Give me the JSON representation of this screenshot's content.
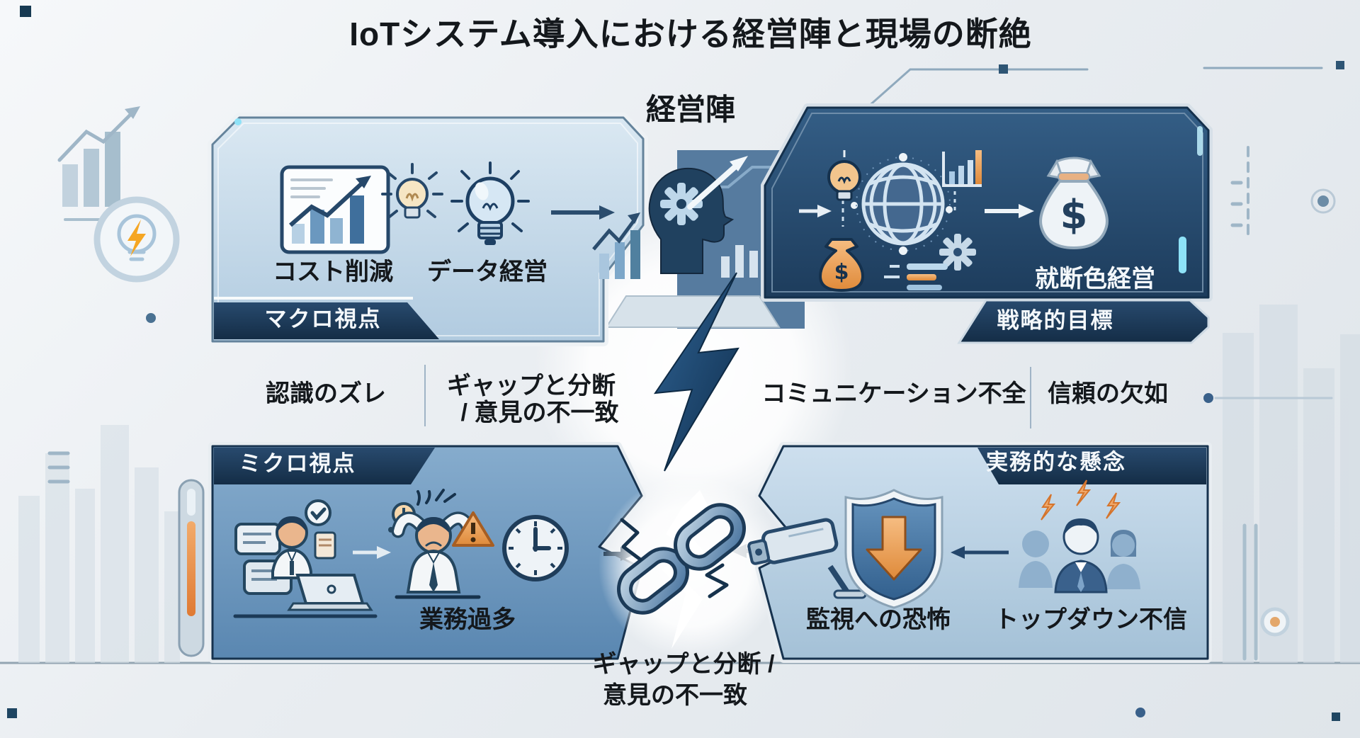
{
  "title": "IoTシステム導入における経営陣と現場の断絶",
  "management": {
    "label": "経営陣"
  },
  "top_left_panel": {
    "item1": "コスト削減",
    "item2": "データ経営",
    "banner": "マクロ視点"
  },
  "top_right_panel": {
    "goal": "就断色経営",
    "banner": "戦略的目標"
  },
  "gap_row": {
    "misalignment": "認識のズレ",
    "gap_line1": "ギャップと分断",
    "gap_line2": "/ 意見の不一致",
    "communication": "コミュニケーション不全",
    "trust": "信頼の欠如"
  },
  "bottom_left_panel": {
    "banner": "ミクロ視点",
    "overload": "業務過多"
  },
  "bottom_right_panel": {
    "banner": "実務的な懸念",
    "surveillance": "監視への恐怖",
    "distrust": "トップダウン不信"
  },
  "bottom_center": {
    "line1": "ギャップと分断 /",
    "line2": "意見の不一致"
  },
  "money_symbol": "$",
  "icons": [
    "growth-chart-card-icon",
    "idea-bulb-small-icon",
    "idea-bulb-large-icon",
    "strategic-head-gear-icon",
    "lightning-bolt-icon",
    "globe-icon",
    "gear-icon",
    "money-bag-small-icon",
    "money-bag-large-icon",
    "mini-bar-chart-icon",
    "worker-laptop-icon",
    "stressed-worker-icon",
    "clock-icon",
    "broken-chain-icon",
    "cctv-camera-icon",
    "shield-down-arrow-icon",
    "team-distrust-icon"
  ],
  "colors": {
    "panel_light_blue": "#c3d7e6",
    "panel_dark_navy": "#1e3c5c",
    "panel_mid_blue": "#6f9ac3",
    "banner_navy": "#1c3d5f",
    "bolt_navy": "#1d4e79",
    "accent_orange": "#e8953f",
    "glow_cyan": "#8ee2f7",
    "text_dark": "#14181c"
  }
}
